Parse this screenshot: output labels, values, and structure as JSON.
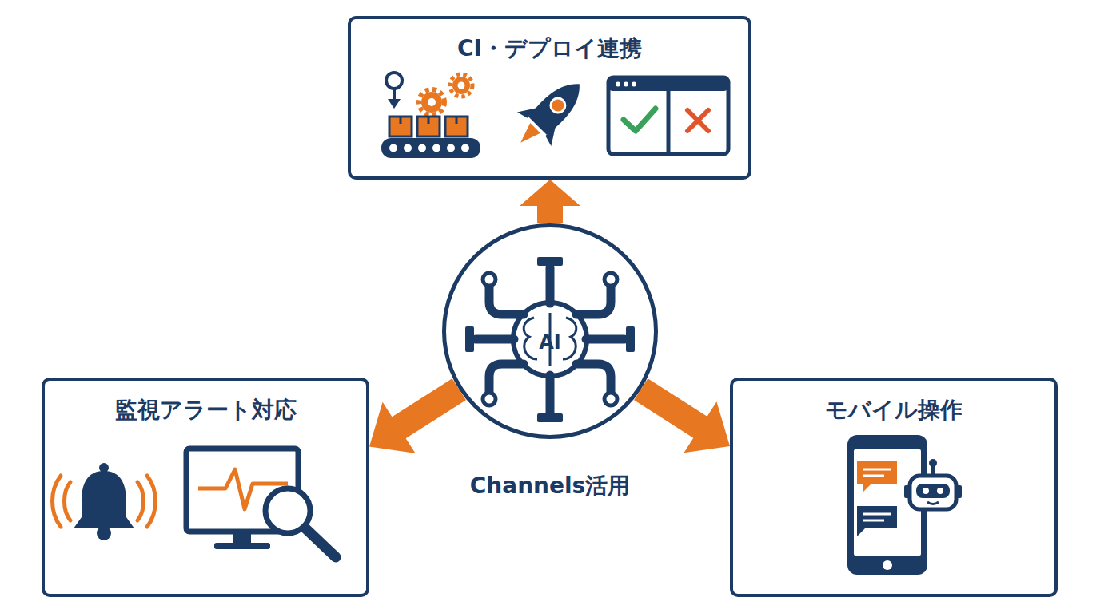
{
  "diagram": {
    "nodes": [
      {
        "text": [
          "CI・デプロイ連携"
        ]
      },
      {
        "text": [
          "AI",
          "Channels活用"
        ]
      },
      {
        "text": [
          "監視アラート対応"
        ]
      },
      {
        "text": [
          "モバイル操作"
        ]
      }
    ],
    "edges": [
      {
        "from": 1,
        "to": 0,
        "arrow": "to"
      },
      {
        "from": 1,
        "to": 2,
        "arrow": "to"
      },
      {
        "from": 1,
        "to": 3,
        "arrow": "to"
      }
    ]
  }
}
